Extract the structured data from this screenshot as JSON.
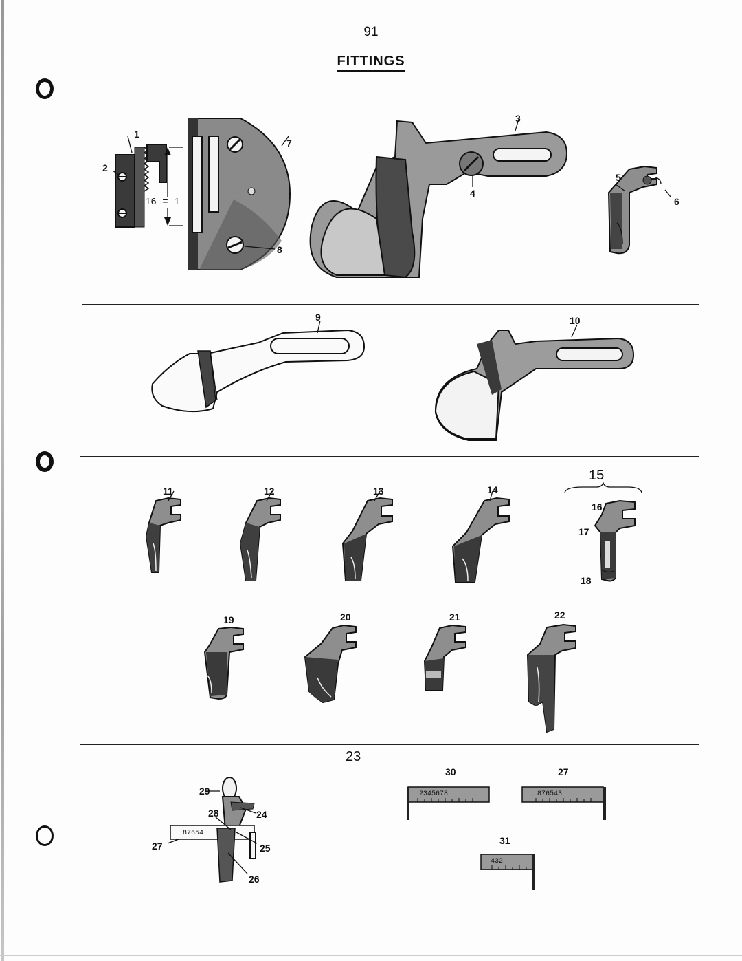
{
  "page": {
    "number": "91",
    "title": "FITTINGS"
  },
  "labels": {
    "l1": "1",
    "l2": "2",
    "l3": "3",
    "l4": "4",
    "l5": "5",
    "l6": "6",
    "l7": "7",
    "l8": "8",
    "l9": "9",
    "l10": "10",
    "l11": "11",
    "l12": "12",
    "l13": "13",
    "l14": "14",
    "l15": "15",
    "l16": "16",
    "l17": "17",
    "l18": "18",
    "l19": "19",
    "l20": "20",
    "l21": "21",
    "l22": "22",
    "l23": "23",
    "l24": "24",
    "l25": "25",
    "l26": "26",
    "l27a": "27",
    "l27b": "27",
    "l28": "28",
    "l29": "29",
    "l30": "30",
    "l31": "31"
  },
  "dimension": "16 = 1",
  "rulers": {
    "r30": "2345678",
    "r27": "876543",
    "r31": "432",
    "r23": "87654"
  }
}
